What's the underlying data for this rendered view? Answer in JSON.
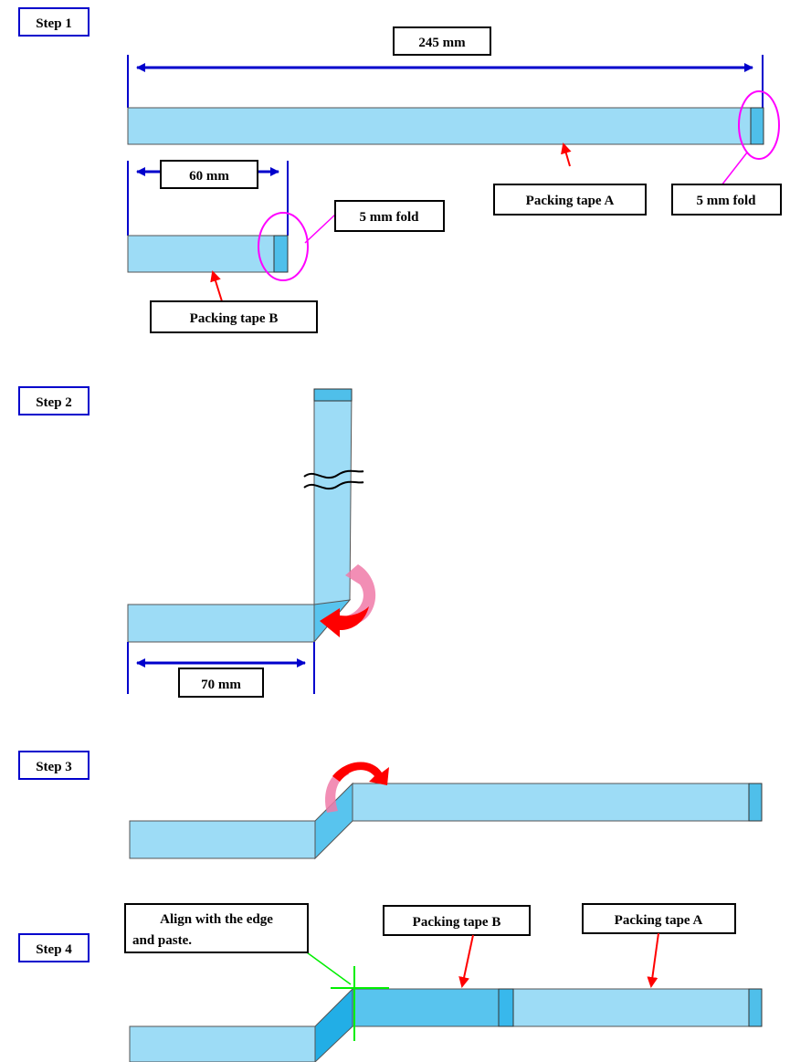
{
  "steps": {
    "s1": "Step 1",
    "s2": "Step 2",
    "s3": "Step 3",
    "s4": "Step 4"
  },
  "step1": {
    "dim_a": "245 mm",
    "dim_b": "60 mm",
    "fold_a": "5 mm fold",
    "fold_b": "5 mm fold",
    "tape_a": "Packing tape A",
    "tape_b": "Packing tape B"
  },
  "step2": {
    "dim": "70 mm"
  },
  "step4": {
    "tape_b": "Packing tape B",
    "tape_a": "Packing tape A",
    "align_line1": "Align with the edge",
    "align_line2": "and paste."
  },
  "colors": {
    "tape": "#9ddcf6",
    "tape_dark": "#4fbfea",
    "tape_b_step4": "#58c4ee",
    "dimension": "#0000cc",
    "fold_circle": "#ff00ff",
    "arrow_red": "#ff0000",
    "arrow_pink": "#f07aa8",
    "align_guide": "#00ee00"
  },
  "icons": {
    "fold_arrow": "curved-arrow-icon",
    "pointer": "red-arrow-icon",
    "break_mark": "break-wave-icon"
  }
}
